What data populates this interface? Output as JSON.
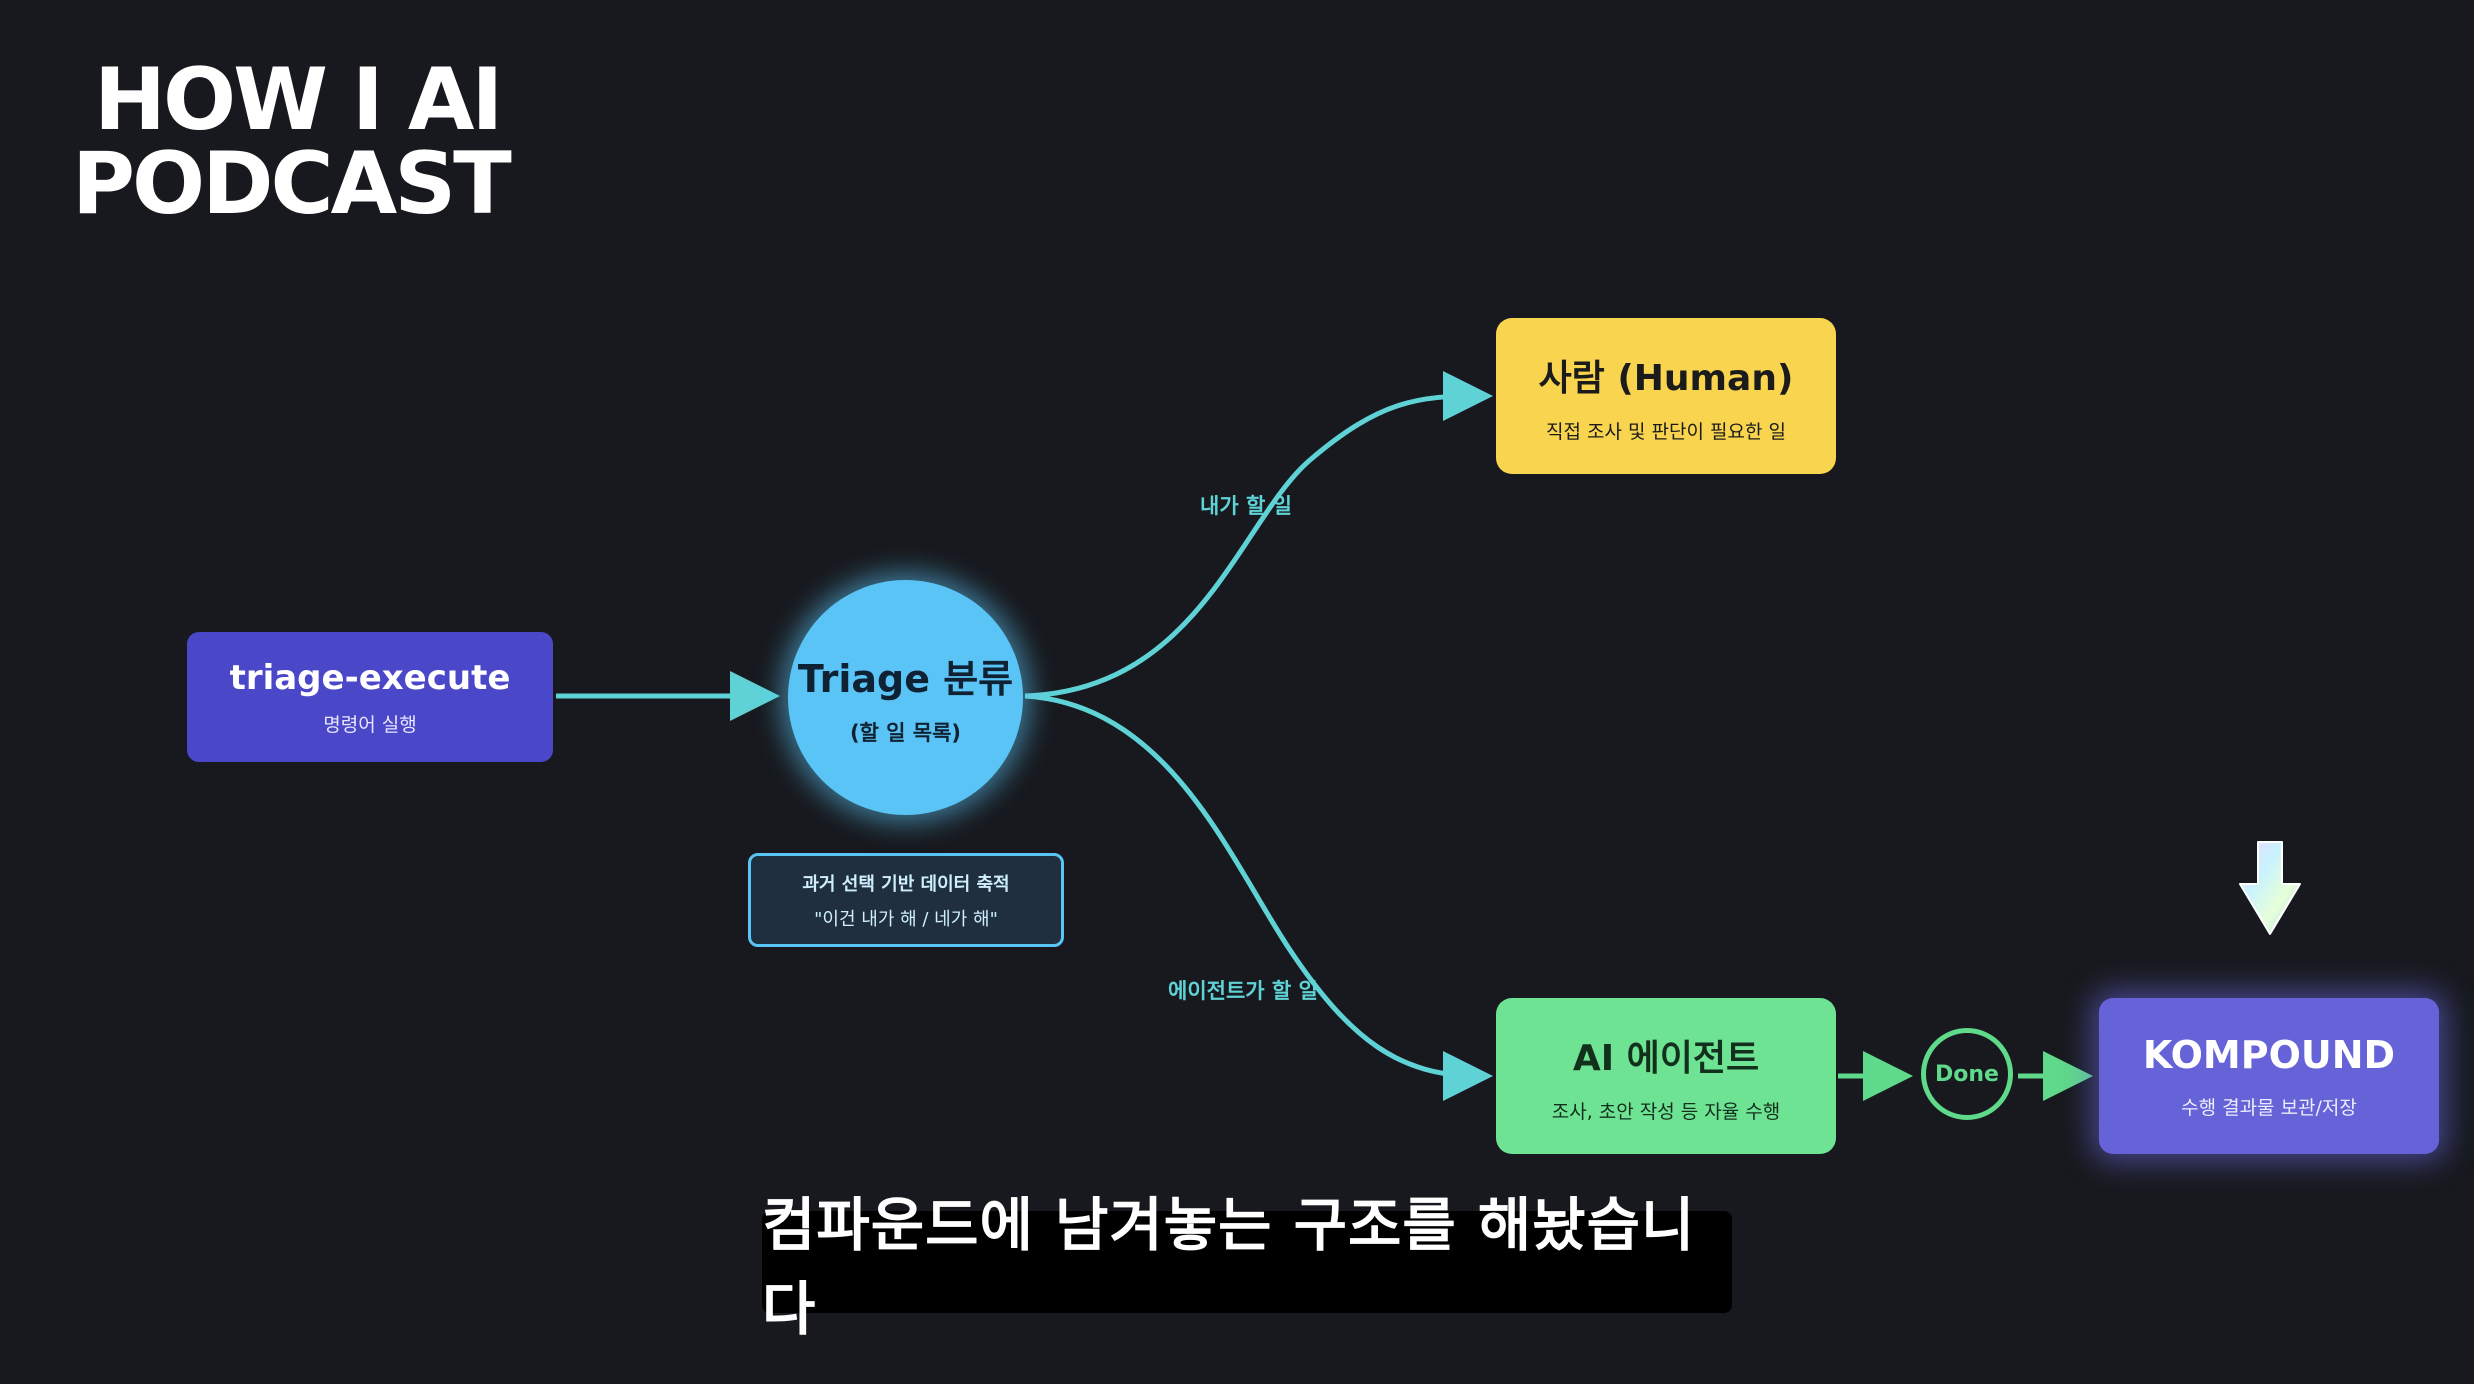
{
  "logo": {
    "line1": "HOW I AI",
    "line2": "PODCAST"
  },
  "nodes": {
    "triage_execute": {
      "title": "triage-execute",
      "subtitle": "명령어 실행"
    },
    "triage": {
      "title": "Triage 분류",
      "subtitle": "(할 일 목록)"
    },
    "note": {
      "line1": "과거 선택 기반 데이터 축적",
      "line2": "\"이건 내가 해 / 네가 해\""
    },
    "human": {
      "title": "사람 (Human)",
      "subtitle": "직접 조사 및 판단이 필요한 일"
    },
    "ai_agent": {
      "title": "AI 에이전트",
      "subtitle": "조사, 초안 작성 등 자율 수행"
    },
    "done": {
      "label": "Done"
    },
    "kompound": {
      "title": "KOMPOUND",
      "subtitle": "수행 결과물 보관/저장"
    }
  },
  "edges": {
    "human_label": "내가 할 일",
    "agent_label": "에이전트가 할 일"
  },
  "caption": "컴파운드에 남겨놓는 구조를 해놨습니다",
  "colors": {
    "background": "#17191e",
    "edge": "#5fd2d6",
    "triage_execute": "#4b47c9",
    "triage": "#5bc4f6",
    "human": "#f9d44e",
    "ai_agent": "#6fe394",
    "done": "#5fd98a",
    "kompound": "#6663d8"
  }
}
